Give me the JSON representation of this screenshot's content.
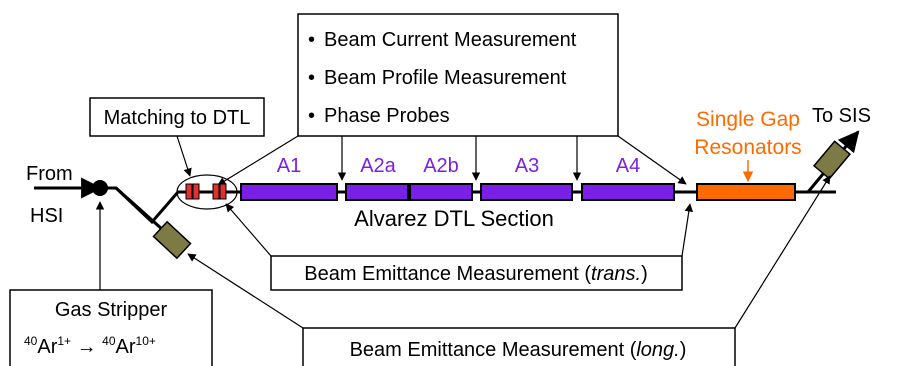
{
  "labels": {
    "from": "From",
    "hsi": "HSI",
    "to_sis": "To SIS",
    "matching": "Matching to DTL",
    "section_title": "Alvarez DTL Section",
    "resonators_line1": "Single Gap",
    "resonators_line2": "Resonators",
    "gas_stripper": "Gas Stripper",
    "reaction": {
      "mass1": "40",
      "el1": "Ar",
      "charge1": "1+",
      "arrow": "→",
      "mass2": "40",
      "el2": "Ar",
      "charge2": "10+"
    }
  },
  "measurements": [
    "Beam Current Measurement",
    "Beam Profile Measurement",
    "Phase Probes"
  ],
  "emittance_trans": {
    "prefix": "Beam Emittance Measurement (",
    "italic": "trans.",
    "suffix": ")"
  },
  "emittance_long": {
    "prefix": "Beam Emittance Measurement (",
    "italic": "long.",
    "suffix": ")"
  },
  "tanks": [
    "A1",
    "A2a",
    "A2b",
    "A3",
    "A4"
  ],
  "colors": {
    "tank": "#7a1fe6",
    "tank_label": "#7a1fe6",
    "resonator": "#ff6a00",
    "resonator_label": "#ff6a00",
    "detector": "#7d7a45",
    "quad": "#e03030",
    "line": "#000000"
  }
}
